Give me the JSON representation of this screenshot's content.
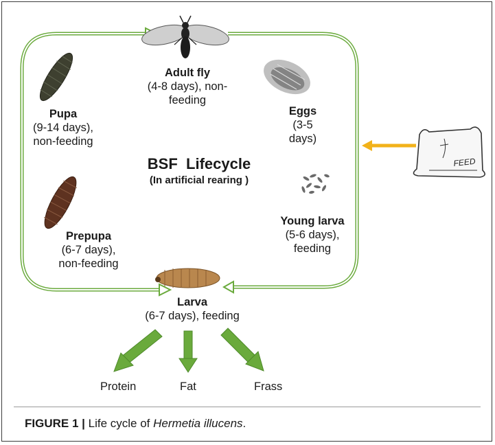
{
  "diagram": {
    "title": "BSF  Lifecycle",
    "subtitle": "(In artificial rearing )",
    "stages": {
      "adult": {
        "name": "Adult fly",
        "detail_1": "(4-8 days), non-",
        "detail_2": "feeding"
      },
      "eggs": {
        "name": "Eggs",
        "detail_1": "(3-5",
        "detail_2": "days)"
      },
      "young_larva": {
        "name": "Young larva",
        "detail_1": "(5-6 days),",
        "detail_2": "feeding"
      },
      "larva": {
        "name": "Larva",
        "detail_1": "(6-7 days), feeding"
      },
      "prepupa": {
        "name": "Prepupa",
        "detail_1": "(6-7 days),",
        "detail_2": "non-feeding"
      },
      "pupa": {
        "name": "Pupa",
        "detail_1": "(9-14 days),",
        "detail_2": "non-feeding"
      }
    },
    "feed_bag_text": "FEED",
    "products": [
      "Protein",
      "Fat",
      "Frass"
    ],
    "colors": {
      "cycle_arrow": "#6aaa3c",
      "product_arrow": "#6aaa3c",
      "feed_arrow": "#f2b21a"
    }
  },
  "caption": {
    "label": "FIGURE 1",
    "separator": "|",
    "text_prefix": "Life cycle of",
    "species": "Hermetia illucens",
    "text_suffix": "."
  }
}
